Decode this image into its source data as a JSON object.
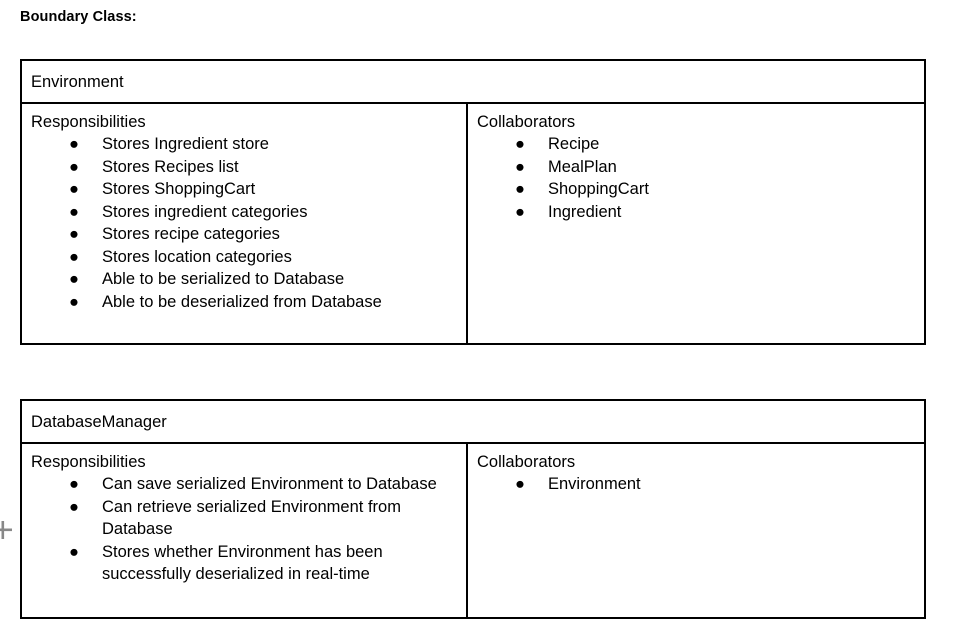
{
  "document": {
    "heading": "Boundary Class:"
  },
  "gutter": {
    "insert_handle_icon": "plus-icon"
  },
  "cards": [
    {
      "id": "environment",
      "title": "Environment",
      "responsibilities_heading": "Responsibilities",
      "responsibilities": [
        "Stores Ingredient store",
        "Stores Recipes list",
        "Stores ShoppingCart",
        "Stores ingredient categories",
        "Stores recipe categories",
        "Stores location categories",
        "Able to be serialized to Database",
        "Able to be deserialized from Database"
      ],
      "collaborators_heading": "Collaborators",
      "collaborators": [
        "Recipe",
        "MealPlan",
        "ShoppingCart",
        "Ingredient"
      ]
    },
    {
      "id": "dbmanager",
      "title": "DatabaseManager",
      "responsibilities_heading": "Responsibilities",
      "responsibilities": [
        "Can save serialized Environment to Database",
        "Can retrieve serialized Environment from Database",
        "Stores whether Environment has been successfully deserialized in real-time"
      ],
      "collaborators_heading": "Collaborators",
      "collaborators": [
        "Environment"
      ]
    }
  ],
  "bullet_glyph": "●",
  "colors": {
    "border": "#000000",
    "text": "#000000",
    "background": "#ffffff",
    "handle": "#888888"
  }
}
